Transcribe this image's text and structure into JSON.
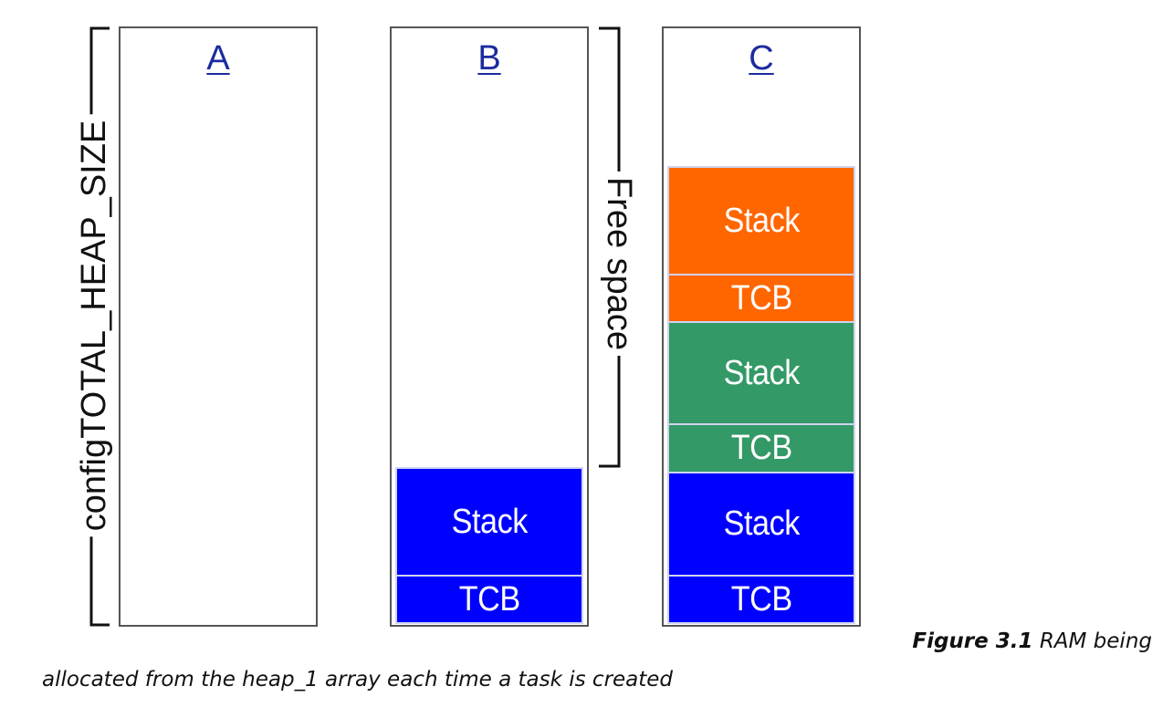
{
  "heap_label": "configTOTAL_HEAP_SIZE",
  "free_space_label": "Free space",
  "columns": {
    "a": {
      "label": "A"
    },
    "b": {
      "label": "B",
      "blocks": {
        "stack": "Stack",
        "tcb": "TCB"
      }
    },
    "c": {
      "label": "C",
      "blocks": {
        "task3_stack": "Stack",
        "task3_tcb": "TCB",
        "task2_stack": "Stack",
        "task2_tcb": "TCB",
        "task1_stack": "Stack",
        "task1_tcb": "TCB"
      }
    }
  },
  "colors": {
    "task1": "#0000ff",
    "task2": "#339966",
    "task3": "#ff6600",
    "column_border": "#555555",
    "label_link": "#1c2b9f"
  },
  "caption": {
    "figure_number": "Figure 3.1",
    "text_part1": "RAM being",
    "text_part2": "allocated from the heap_1 array each time a task is created"
  }
}
